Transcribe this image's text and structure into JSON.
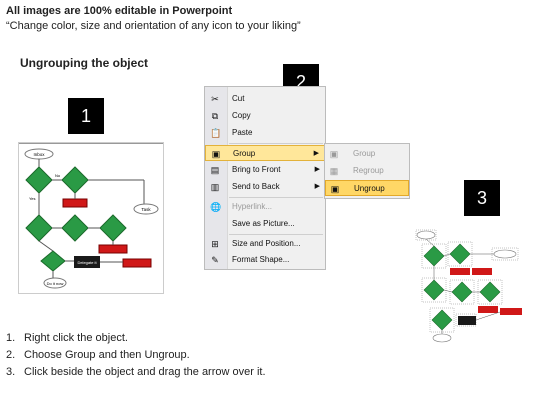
{
  "header": {
    "line1": "All images are 100% editable in Powerpoint",
    "line2": "“Change color, size and orientation of any icon to your liking”"
  },
  "section_title": "Ungrouping the object",
  "badges": [
    "1",
    "2",
    "3"
  ],
  "context_menu": {
    "items": [
      {
        "label": "Cut",
        "icon": "scissors-icon",
        "glyph": "✂"
      },
      {
        "label": "Copy",
        "icon": "copy-icon",
        "glyph": "⧉"
      },
      {
        "label": "Paste",
        "icon": "paste-icon",
        "glyph": "📋"
      },
      {
        "label": "Group",
        "icon": "group-icon",
        "glyph": "▣"
      },
      {
        "label": "Bring to Front",
        "icon": "bring-front-icon",
        "glyph": "▤"
      },
      {
        "label": "Send to Back",
        "icon": "send-back-icon",
        "glyph": "▥"
      },
      {
        "label": "Hyperlink...",
        "icon": "hyperlink-icon",
        "glyph": "🌐"
      },
      {
        "label": "Save as Picture...",
        "icon": "save-picture-icon",
        "glyph": ""
      },
      {
        "label": "Size and Position...",
        "icon": "size-position-icon",
        "glyph": "⊞"
      },
      {
        "label": "Format Shape...",
        "icon": "format-shape-icon",
        "glyph": "✎"
      }
    ]
  },
  "submenu": {
    "items": [
      {
        "label": "Group",
        "icon": "group-icon",
        "glyph": "▣"
      },
      {
        "label": "Regroup",
        "icon": "regroup-icon",
        "glyph": "▦"
      },
      {
        "label": "Ungroup",
        "icon": "ungroup-icon",
        "glyph": "▣"
      }
    ]
  },
  "flowchart": {
    "start": "Inbox",
    "yes": "Yes",
    "no": "No",
    "task": "Task",
    "delegate": "Delegate it",
    "do_it_now": "Do it now"
  },
  "steps": [
    {
      "num": "1.",
      "text": "Right click the object."
    },
    {
      "num": "2.",
      "text": "Choose Group and then Ungroup."
    },
    {
      "num": "3.",
      "text": "Click beside the object and drag the arrow over it."
    }
  ],
  "colors": {
    "diamond_green": "#2a9a45",
    "box_red": "#d01818",
    "box_black": "#1a1a1a",
    "highlight": "#ffd766"
  }
}
